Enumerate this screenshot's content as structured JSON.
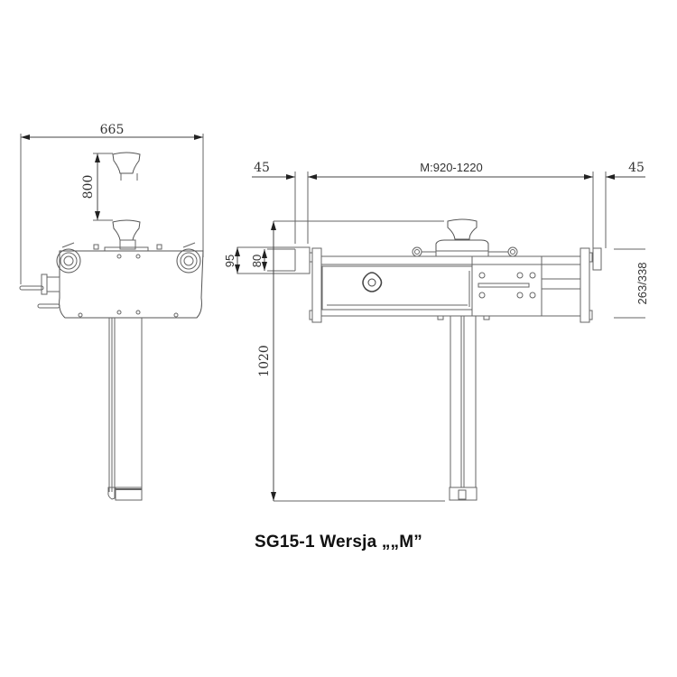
{
  "caption": "SG15-1 Wersja „„M”",
  "left_view": {
    "width_dim": "665",
    "lift_dim": "800"
  },
  "right_view": {
    "left_offset_dim": "45",
    "span_dim": "M:920-1220",
    "right_offset_dim": "45",
    "pad_outer_dim": "95",
    "pad_inner_dim": "80",
    "height_dim": "1020",
    "arm_height_dim": "263/338"
  },
  "colors": {
    "line": "#555555",
    "dim_line": "#666666",
    "text": "#222222"
  }
}
